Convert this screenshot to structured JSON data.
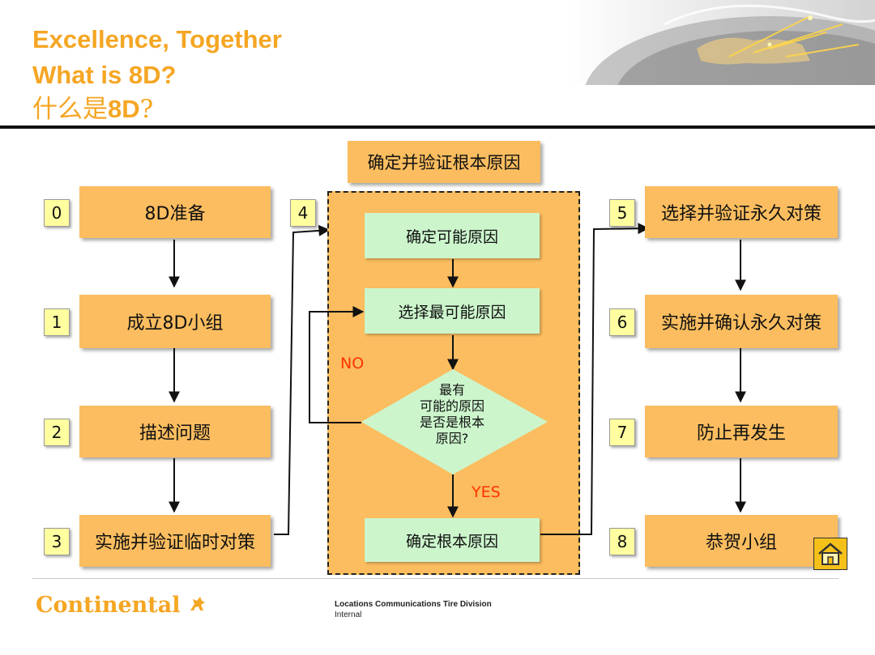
{
  "header": {
    "title_line1": "Excellence, Together",
    "title_line2": "What is 8D?",
    "title_cn_prefix": "什么是",
    "title_cn_bold": "8D",
    "title_cn_suffix": "?"
  },
  "left_column": [
    {
      "num": "0",
      "label": "8D准备"
    },
    {
      "num": "1",
      "label": "成立8D小组"
    },
    {
      "num": "2",
      "label": "描述问题"
    },
    {
      "num": "3",
      "label": "实施并验证临时对策"
    }
  ],
  "middle": {
    "num": "4",
    "title": "确定并验证根本原因",
    "step1": "确定可能原因",
    "step2": "选择最可能原因",
    "decision": [
      "最有",
      "可能的原因",
      "是否是根本",
      "原因?"
    ],
    "no_label": "NO",
    "yes_label": "YES",
    "step3": "确定根本原因"
  },
  "right_column": [
    {
      "num": "5",
      "label": "选择并验证永久对策"
    },
    {
      "num": "6",
      "label": "实施并确认永久对策"
    },
    {
      "num": "7",
      "label": "防止再发生"
    },
    {
      "num": "8",
      "label": "恭贺小组"
    }
  ],
  "footer": {
    "logo": "Continental",
    "division": "Locations Communications Tire Division",
    "classification": "Internal"
  },
  "icons": {
    "home": "home-icon",
    "globe": "globe-image",
    "horse": "horse-icon"
  },
  "colors": {
    "accent": "#f5a623",
    "step_fill": "#fbbd5f",
    "green_fill": "#ccf5cc",
    "num_fill": "#ffffa0",
    "flow_label": "#ff3300"
  }
}
